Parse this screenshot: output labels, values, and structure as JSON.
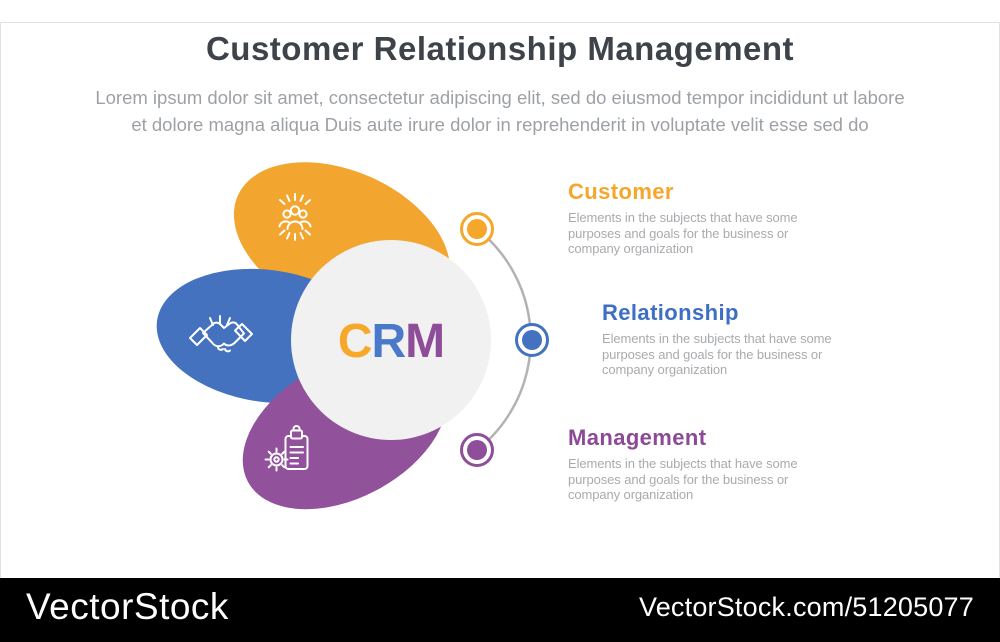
{
  "header": {
    "title": "Customer Relationship Management",
    "subtitle_line1": "Lorem ipsum dolor sit amet, consectetur adipiscing elit, sed do eiusmod tempor incididunt ut labore",
    "subtitle_line2": "et dolore magna aliqua Duis aute irure dolor in reprehenderit in voluptate velit esse sed do"
  },
  "center": {
    "letters": [
      {
        "char": "C",
        "color": "#F7A82A"
      },
      {
        "char": "R",
        "color": "#4B79C9"
      },
      {
        "char": "M",
        "color": "#8E4D98"
      }
    ]
  },
  "items": [
    {
      "label": "Customer",
      "color": "#F5A62B",
      "icon": "team-people-icon",
      "description": "Elements in the subjects that have some purposes and goals for the business or company organization"
    },
    {
      "label": "Relationship",
      "color": "#3D6FC4",
      "icon": "handshake-icon",
      "description": "Elements in the subjects that have some purposes and goals for the business or company organization"
    },
    {
      "label": "Management",
      "color": "#8C4A96",
      "icon": "clipboard-gear-icon",
      "description": "Elements in the subjects that have some purposes and goals for the business or company organization"
    }
  ],
  "palette": {
    "orange_blob": "#F2A52F",
    "blue_blob": "#4472BE",
    "purple_blob": "#91519B",
    "center_circle": "#F1F1F2",
    "arc_gray": "#B3B3B3",
    "title_color": "#3E434A",
    "subtitle_color": "#9DA1A6",
    "description_color": "#A8ABAE",
    "watermark_bg": "#000000",
    "watermark_text": "#FFFFFF"
  },
  "watermark": {
    "brand": "VectorStock",
    "site_ref": "VectorStock.com/51205077"
  }
}
